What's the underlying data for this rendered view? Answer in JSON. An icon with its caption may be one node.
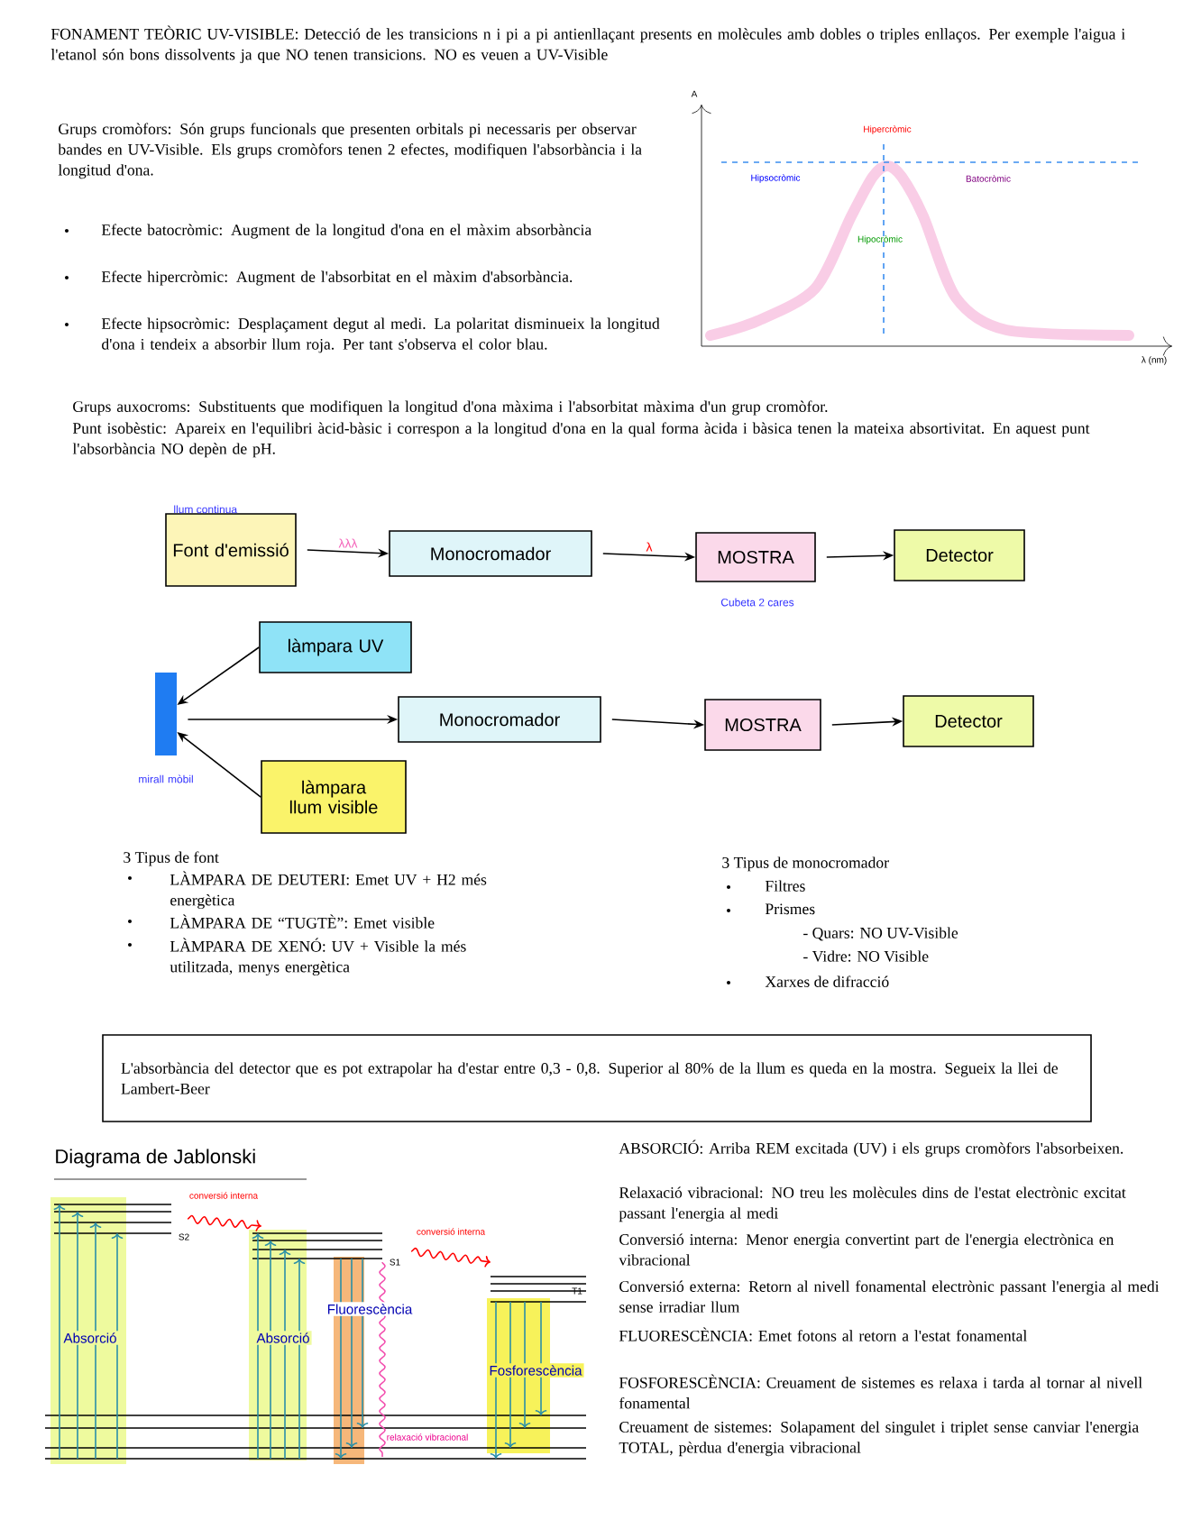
{
  "diagram": {
    "nodes": [
      {
        "text": [
          "Font d'emissió"
        ],
        "beside": [
          "llum continua"
        ]
      },
      {
        "text": [
          "Monocromador"
        ]
      },
      {
        "text": [
          "MOSTRA"
        ],
        "beside": [
          "Cubeta 2 cares"
        ]
      },
      {
        "text": [
          "Detector"
        ]
      },
      {
        "text": [
          "làmpara UV"
        ]
      },
      {
        "text": [],
        "shape": "bar",
        "beside": [
          "mirall mòbil"
        ]
      },
      {
        "text": [
          "làmpara llum visible"
        ]
      },
      {
        "text": [
          "Monocromador"
        ]
      },
      {
        "text": [
          "MOSTRA"
        ]
      },
      {
        "text": [
          "Detector"
        ]
      },
      {
        "text": [
          "L'absorbància del detector que es pot extrapolar ha d'estar entre 0,3 - 0,8. Superior al 80% de la llum es queda en la mostra. Segueix la llei de Lambert-Beer"
        ]
      }
    ],
    "edges": [
      {
        "from": 0,
        "to": 1,
        "arrow": "to",
        "label": "λλλ"
      },
      {
        "from": 1,
        "to": 2,
        "arrow": "to",
        "label": "λ"
      },
      {
        "from": 2,
        "to": 3,
        "arrow": "to"
      },
      {
        "from": 4,
        "to": 5,
        "arrow": "to"
      },
      {
        "from": 6,
        "to": 5,
        "arrow": "to"
      },
      {
        "from": 5,
        "to": 7,
        "arrow": "to"
      },
      {
        "from": 7,
        "to": 8,
        "arrow": "to"
      },
      {
        "from": 8,
        "to": 9,
        "arrow": "to"
      }
    ],
    "labels": [
      "FONAMENT TEÒRIC UV-VISIBLE: Detecció de les transicions n i pi a pi antienllaçant presents en molècules amb dobles o triples enllaços. Per exemple l'aigua i l'etanol són bons dissolvents ja que NO tenen transicions. NO es veuen a UV-Visible",
      "Grups cromòfors: Són grups funcionals que presenten orbitals pi necessaris per observar bandes en UV-Visible. Els grups cromòfors tenen 2 efectes, modifiquen l'absorbància i la longitud d'ona.",
      "Efecte batocròmic: Augment de la longitud d'ona en el màxim absorbància",
      "Efecte hipercròmic: Augment de l'absorbitat en el màxim d'absorbància.",
      "Efecte hipsocròmic: Desplaçament degut al medi. La polaritat disminueix la longitud d'ona i tendeix a absorbir llum roja. Per tant s'observa el color blau.",
      "A",
      "Hipercròmic",
      "Hipsocròmic",
      "Batocròmic",
      "Hipocròmic",
      "λ (nm)",
      "Grups auxocroms: Substituents que modifiquen la longitud d'ona màxima i l'absorbitat màxima d'un grup cromòfor.",
      "Punt isobèstic: Apareix en l'equilibri àcid-bàsic i correspon a la longitud d'ona en la qual forma àcida i bàsica tenen la mateixa absortivitat. En aquest punt l'absorbància NO depèn de pH.",
      "3 Tipus de font",
      "LÀMPARA DE DEUTERI: Emet UV + H2 més energètica",
      "LÀMPARA DE “TUGTÈ”: Emet visible",
      "LÀMPARA DE XENÓ: UV + Visible la més utilitzada, menys energètica",
      "3 Tipus de monocromador",
      "Filtres",
      "Prismes",
      "- Quars: NO UV-Visible",
      "- Vidre: NO Visible",
      "Xarxes de difracció",
      "Diagrama de Jablonski",
      "conversió interna",
      "S2",
      "Absorció",
      "Absorció",
      "conversió interna",
      "S1",
      "Fluorescència",
      "relaxació vibracional",
      "T1",
      "Fosforescència",
      "ABSORCIÓ: Arriba REM excitada (UV) i els grups cromòfors l'absorbeixen.",
      "Relaxació vibracional: NO treu les molècules dins de l'estat electrònic excitat passant l'energia al medi",
      "Conversió interna: Menor energia convertint part de l'energia electrònica en vibracional",
      "Conversió externa: Retorn al nivell fonamental electrònic passant l'energia al medi sense irradiar llum",
      "FLUORESCÈNCIA: Emet fotons al retorn a l'estat fonamental",
      "FOSFORESCÈNCIA: Creuament de sistemes es relaxa i tarda al tornar al nivell fonamental",
      "Creuament de sistemes: Solapament del singulet i triplet sense canviar l'energia TOTAL, pèrdua d'energia vibracional"
    ]
  }
}
